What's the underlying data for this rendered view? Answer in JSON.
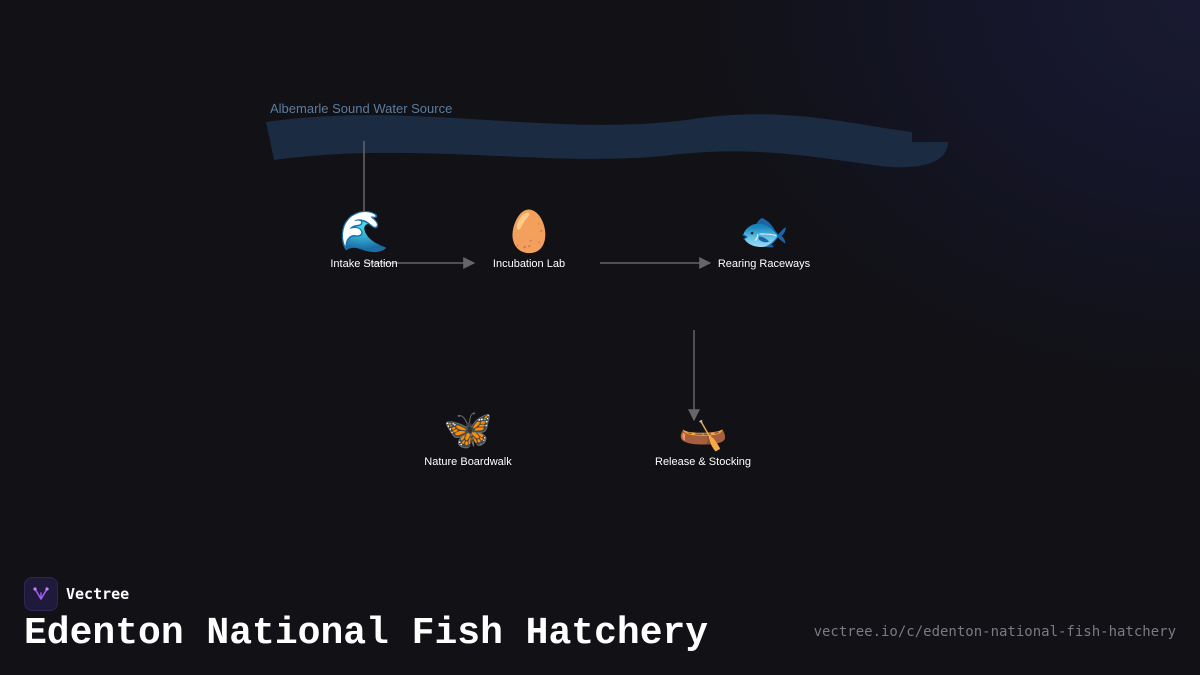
{
  "diagram": {
    "water_source_label": "Albemarle Sound Water Source",
    "nodes": [
      {
        "id": "intake",
        "label": "Intake Station",
        "icon": "wave-icon",
        "glyph": "🌊"
      },
      {
        "id": "incubation",
        "label": "Incubation Lab",
        "icon": "egg-icon",
        "glyph": "🥚"
      },
      {
        "id": "rearing",
        "label": "Rearing Raceways",
        "icon": "fish-icon",
        "glyph": "🐟"
      },
      {
        "id": "boardwalk",
        "label": "Nature Boardwalk",
        "icon": "butterfly-icon",
        "glyph": "🦋"
      },
      {
        "id": "release",
        "label": "Release & Stocking",
        "icon": "canoe-icon",
        "glyph": "🛶"
      }
    ],
    "edges": [
      {
        "from": "water-source",
        "to": "intake"
      },
      {
        "from": "intake",
        "to": "incubation"
      },
      {
        "from": "incubation",
        "to": "rearing"
      },
      {
        "from": "rearing",
        "to": "release"
      }
    ]
  },
  "branding": {
    "name": "Vectree",
    "title": "Edenton National Fish Hatchery",
    "url": "vectree.io/c/edenton-national-fish-hatchery"
  },
  "colors": {
    "background": "#111116",
    "river": "#1b2b42",
    "river_label": "#5a7da0",
    "connector": "#666666",
    "logo_bg": "#1f1a3c",
    "logo_accent": "#a35cf0"
  }
}
